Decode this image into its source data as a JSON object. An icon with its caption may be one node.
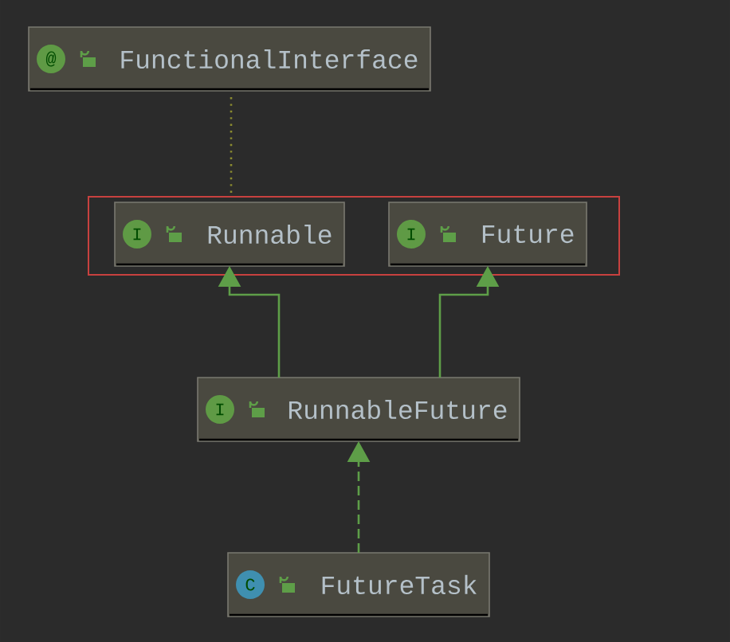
{
  "diagram": {
    "nodes": [
      {
        "text": [
          "@",
          "FunctionalInterface"
        ]
      },
      {
        "text": [],
        "shape": "box"
      },
      {
        "text": [
          "I",
          "Runnable"
        ],
        "in": 1
      },
      {
        "text": [
          "I",
          "Future"
        ],
        "in": 1
      },
      {
        "text": [
          "I",
          "RunnableFuture"
        ]
      },
      {
        "text": [
          "C",
          "FutureTask"
        ]
      }
    ],
    "edges": [
      {
        "from": 0,
        "to": 2,
        "arrow": "none",
        "style": "dashed",
        "color": "#8c8c30"
      },
      {
        "from": 4,
        "to": 2,
        "arrow": "to"
      },
      {
        "from": 4,
        "to": 3,
        "arrow": "to"
      },
      {
        "from": 5,
        "to": 4,
        "arrow": "to",
        "style": "dashed"
      }
    ]
  }
}
